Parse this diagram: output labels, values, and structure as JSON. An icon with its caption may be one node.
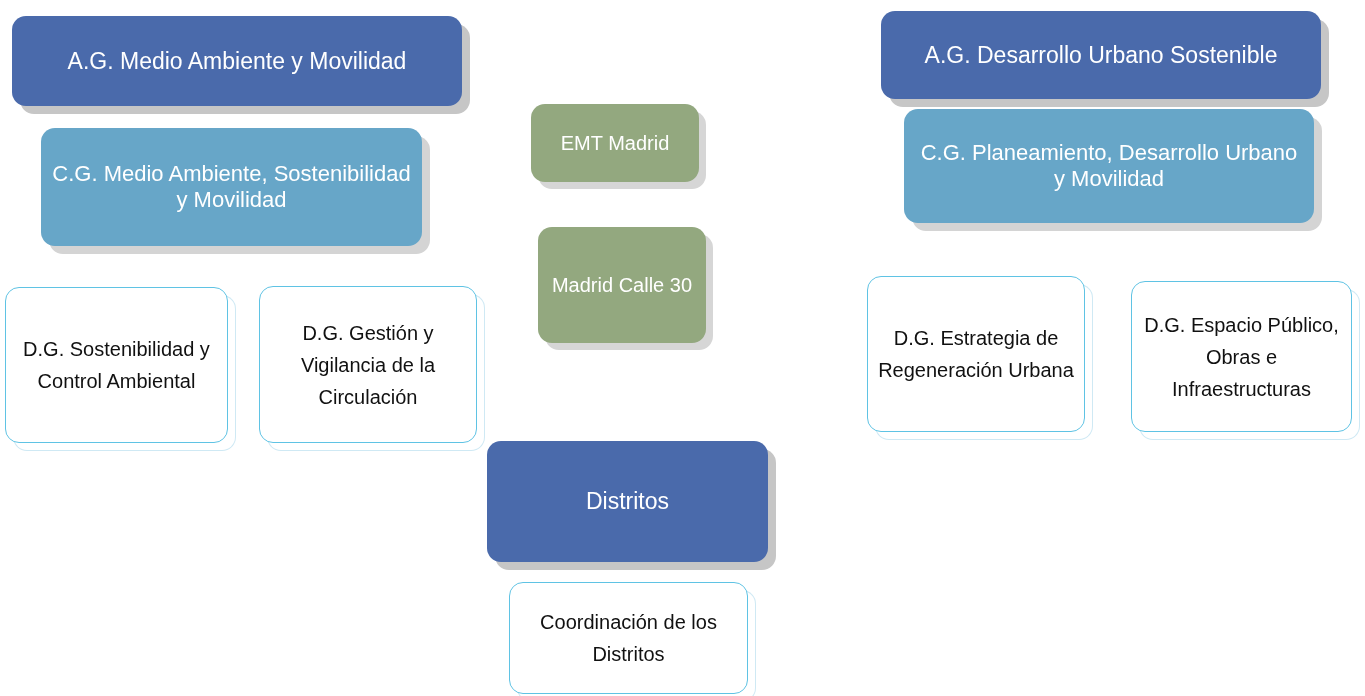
{
  "diagram": {
    "nodes": [
      {
        "text": [
          "A.G. Medio Ambiente y Movilidad"
        ]
      },
      {
        "text": [
          "C.G. Medio Ambiente, Sostenibilidad y Movilidad"
        ]
      },
      {
        "text": [
          "D.G. Sostenibilidad y Control Ambiental"
        ]
      },
      {
        "text": [
          "D.G. Gestión y Vigilancia de la Circulación"
        ]
      },
      {
        "text": [
          "EMT Madrid"
        ]
      },
      {
        "text": [
          "Madrid Calle 30"
        ]
      },
      {
        "text": [
          "A.G. Desarrollo Urbano Sostenible"
        ]
      },
      {
        "text": [
          "C.G. Planeamiento, Desarrollo Urbano y Movilidad"
        ]
      },
      {
        "text": [
          "D.G. Estrategia de Regeneración Urbana"
        ]
      },
      {
        "text": [
          "D.G. Espacio Público, Obras e Infraestructuras"
        ]
      },
      {
        "text": [
          "Distritos"
        ]
      },
      {
        "text": [
          "Coordinación de los Distritos"
        ]
      }
    ]
  }
}
